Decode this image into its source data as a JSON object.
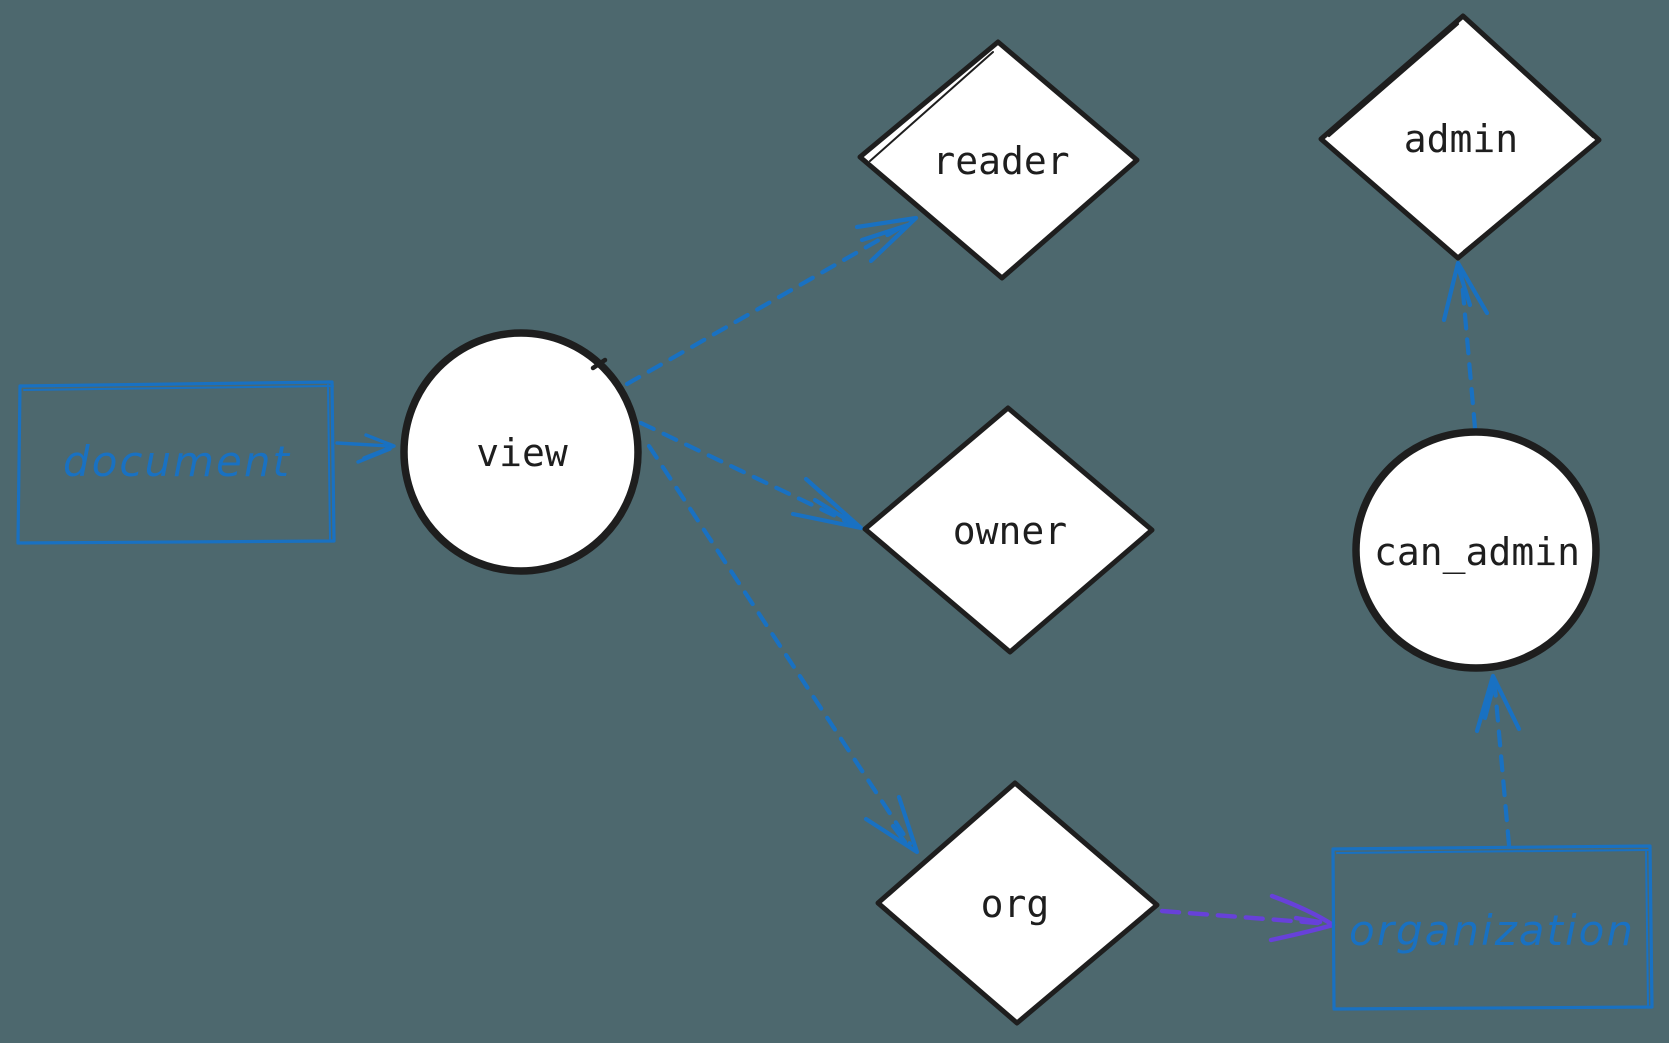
{
  "diagram": {
    "title": "document permissions relationship diagram",
    "background_color": "#4d686e",
    "colors": {
      "blue": "#1971c2",
      "violet": "#6741d9",
      "ink": "#1e1e1e",
      "shape_fill": "#ffffff"
    },
    "nodes": {
      "document": {
        "label": "document",
        "shape": "rectangle",
        "stroke_color": "#1971c2",
        "text_style": "handwritten"
      },
      "view": {
        "label": "view",
        "shape": "circle",
        "stroke_color": "#1e1e1e",
        "text_style": "monospace"
      },
      "reader": {
        "label": "reader",
        "shape": "diamond",
        "stroke_color": "#1e1e1e",
        "text_style": "monospace"
      },
      "owner": {
        "label": "owner",
        "shape": "diamond",
        "stroke_color": "#1e1e1e",
        "text_style": "monospace"
      },
      "org": {
        "label": "org",
        "shape": "diamond",
        "stroke_color": "#1e1e1e",
        "text_style": "monospace"
      },
      "admin": {
        "label": "admin",
        "shape": "diamond",
        "stroke_color": "#1e1e1e",
        "text_style": "monospace"
      },
      "can_admin": {
        "label": "can_admin",
        "shape": "circle",
        "stroke_color": "#1e1e1e",
        "text_style": "monospace"
      },
      "organization": {
        "label": "organization",
        "shape": "rectangle",
        "stroke_color": "#1971c2",
        "text_style": "handwritten"
      }
    },
    "edges": [
      {
        "from": "document",
        "to": "view",
        "style": "solid",
        "color": "#1971c2",
        "arrowhead": "open"
      },
      {
        "from": "view",
        "to": "reader",
        "style": "dashed",
        "color": "#1971c2",
        "arrowhead": "open"
      },
      {
        "from": "view",
        "to": "owner",
        "style": "dashed",
        "color": "#1971c2",
        "arrowhead": "open"
      },
      {
        "from": "view",
        "to": "org",
        "style": "dashed",
        "color": "#1971c2",
        "arrowhead": "open"
      },
      {
        "from": "org",
        "to": "organization",
        "style": "dashed",
        "color": "#6741d9",
        "arrowhead": "open"
      },
      {
        "from": "organization",
        "to": "can_admin",
        "style": "dashed",
        "color": "#1971c2",
        "arrowhead": "open"
      },
      {
        "from": "can_admin",
        "to": "admin",
        "style": "dashed",
        "color": "#1971c2",
        "arrowhead": "open"
      }
    ]
  }
}
